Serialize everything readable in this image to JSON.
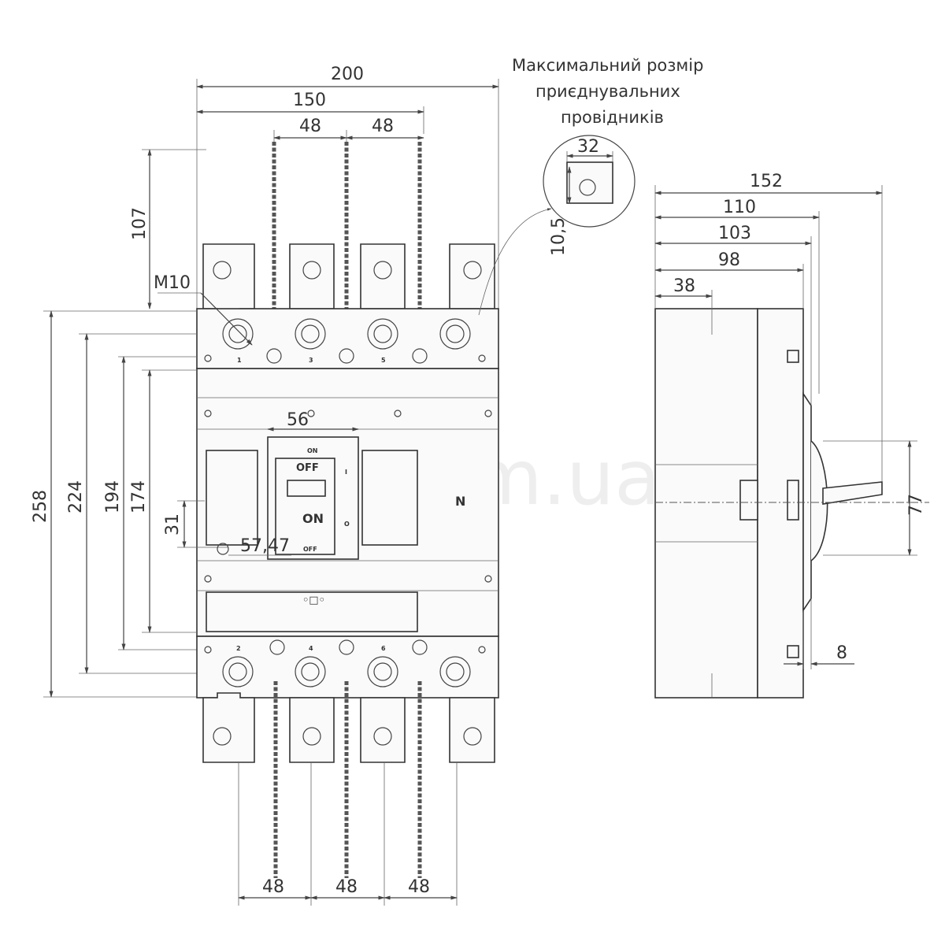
{
  "watermark": "061.com.ua",
  "note": {
    "line1": "Максимальний розмір",
    "line2": "приєднувальних",
    "line3": "провідників"
  },
  "front_view": {
    "dim_width_total": "200",
    "dim_width_terminals": "150",
    "dim_pitch_top_left": "48",
    "dim_pitch_top_right": "48",
    "dim_terminal_height": "107",
    "thread_label": "M10",
    "dim_height_258": "258",
    "dim_height_224": "224",
    "dim_height_194": "194",
    "dim_height_174": "174",
    "dim_window_31": "31",
    "dim_window_offset": "57,47",
    "dim_handle_56": "56",
    "dim_pitch_bottom_1": "48",
    "dim_pitch_bottom_2": "48",
    "dim_pitch_bottom_3": "48",
    "handle_label_on_top": "ON",
    "handle_label_off": "OFF",
    "handle_label_on": "ON",
    "handle_label_off_bottom": "OFF",
    "mark_i": "I",
    "mark_o": "O",
    "neutral_label": "N",
    "terminal_top_1": "1",
    "terminal_top_3": "3",
    "terminal_top_5": "5",
    "terminal_bottom_2": "2",
    "terminal_bottom_4": "4",
    "terminal_bottom_6": "6"
  },
  "detail_view": {
    "dim_width": "32",
    "dim_height": "10,5"
  },
  "side_view": {
    "dim_152": "152",
    "dim_110": "110",
    "dim_103": "103",
    "dim_98": "98",
    "dim_38": "38",
    "dim_77": "77",
    "dim_8": "8"
  }
}
